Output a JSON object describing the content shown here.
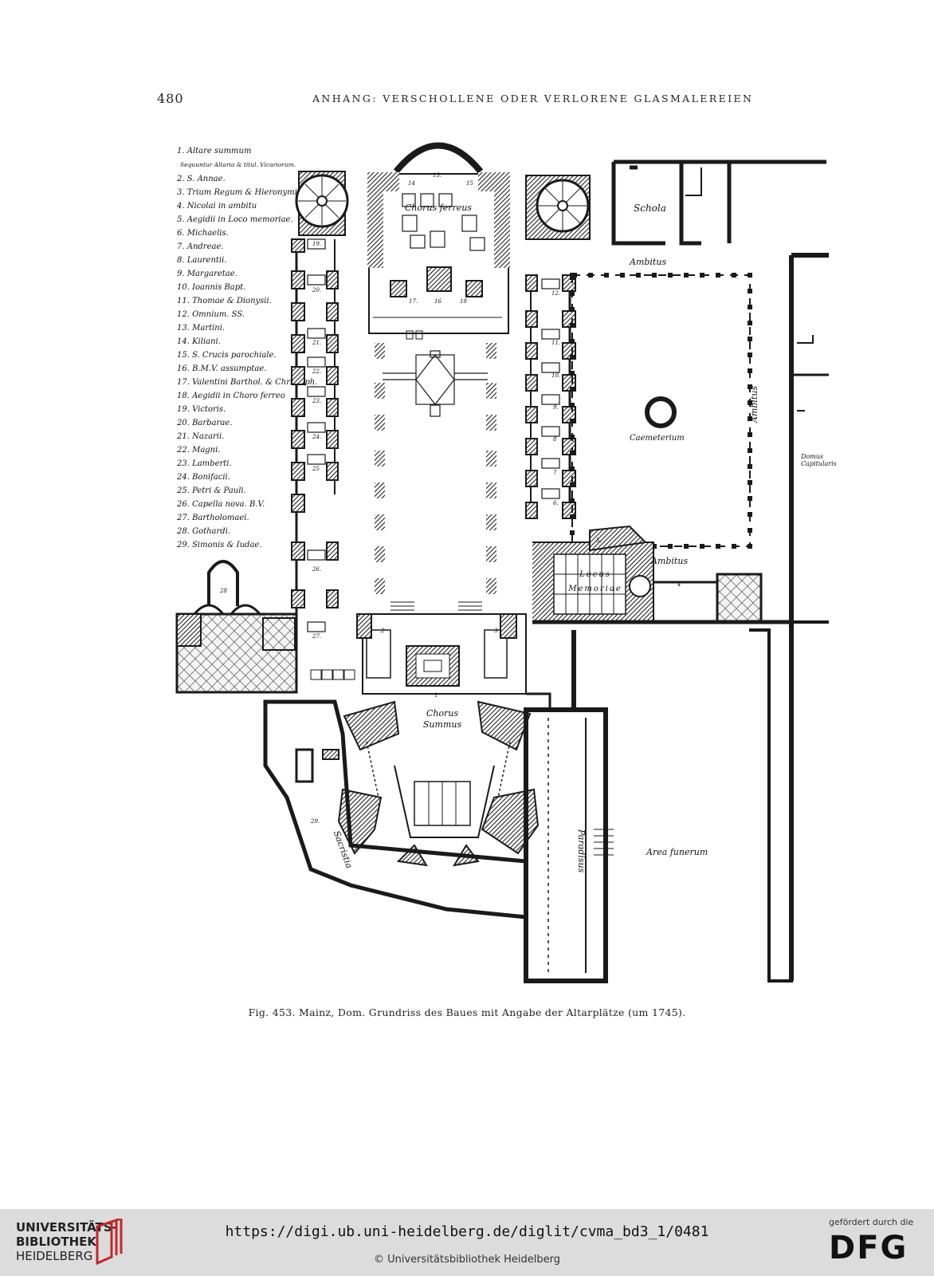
{
  "header": {
    "page_number": "480",
    "running_head": "ANHANG: VERSCHOLLENE ODER VERLORENE GLASMALEREIEN"
  },
  "legend": {
    "items": [
      "1. Altare summum",
      "Sequuntur Altaria & titul. Vicariorum.",
      "2. S. Annae.",
      "3. Trium Regum & Hieronymi",
      "4. Nicolai in ambitu",
      "5. Aegidii in Loco memoriae.",
      "6. Michaelis.",
      "7. Andreae.",
      "8. Laurentii.",
      "9. Margaretae.",
      "10. Ioannis Bapt.",
      "11. Thomae & Dionysii.",
      "12. Omnium. SS.",
      "13. Martini.",
      "14. Kiliani.",
      "15. S. Crucis parochiale.",
      "16. B.M.V. assumptae.",
      "17. Valentini Barthol. & Christoph.",
      "18. Aegidii in Choro ferreo",
      "19. Victoris.",
      "20. Barbarae.",
      "21. Nazarii.",
      "22. Magni.",
      "23. Lamberti.",
      "24. Bonifacii.",
      "25. Petri & Pauli.",
      "26. Capella nova. B.V.",
      "27. Bartholomaei.",
      "28. Gothardi.",
      "29. Simonis & Iudae."
    ]
  },
  "plan": {
    "labels": {
      "chorus_ferreus": "Chorus ferreus",
      "schola": "Schola",
      "ambitus_top": "Ambitus",
      "ambitus_right": "Ambitus",
      "ambitus_bottom": "Ambitus",
      "caemeterium": "Caemeterium",
      "domus_capitularis": "Domus Capitularis",
      "locus_memoriae": "Locus Memoriae",
      "chorus_summus": "Chorus Summus",
      "sacristia": "Sacristia",
      "paradisus": "Paradisus",
      "area_funerum": "Area funerum"
    },
    "numbers": {
      "n13": "13.",
      "n14": "14",
      "n15": "15",
      "n16": "16",
      "n17": "17.",
      "n18": "18",
      "n19": "19.",
      "n20": "20.",
      "n21": "21.",
      "n22": "22.",
      "n23": "23.",
      "n24": "24.",
      "n25": "25",
      "n26": "26.",
      "n27": "27.",
      "n28": "28",
      "n29": "29.",
      "n1": "1",
      "n2": "2",
      "n3": "3",
      "n4": "4",
      "n5": "5.",
      "n6": "6.",
      "n7": "7",
      "n8": "8",
      "n9": "9.",
      "n10": "10.",
      "n11": "11.",
      "n12": "12."
    }
  },
  "caption": "Fig. 453. Mainz, Dom. Grundriss des Baues mit Angabe der Altarplätze (um 1745).",
  "footer": {
    "library_line1": "UNIVERSITÄTS-",
    "library_line2": "BIBLIOTHEK",
    "library_line3": "HEIDELBERG",
    "url": "https://digi.ub.uni-heidelberg.de/diglit/cvma_bd3_1/0481",
    "copyright": "© Universitätsbibliothek Heidelberg",
    "funded_by": "gefördert durch die",
    "dfg_logo": "DFG"
  }
}
